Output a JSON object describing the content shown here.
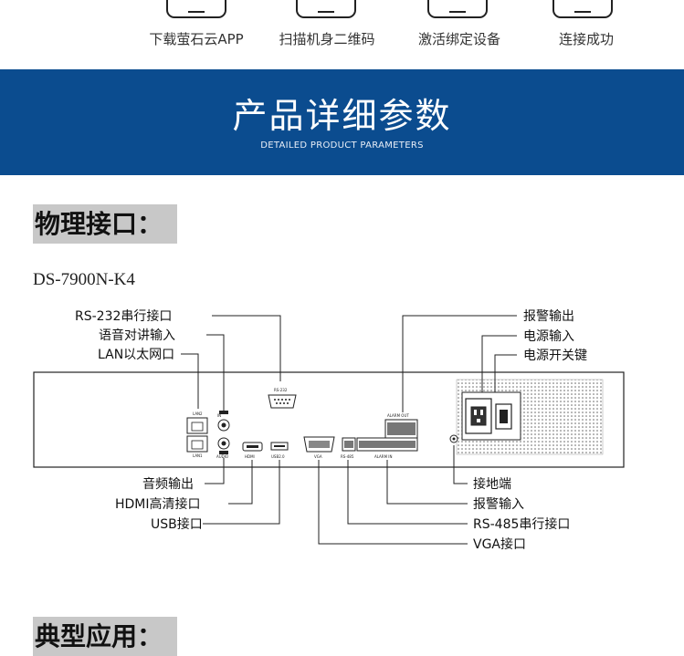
{
  "steps": [
    {
      "label": "下载萤石云APP",
      "icon": "phone-icon"
    },
    {
      "label": "扫描机身二维码",
      "icon": "phone-icon"
    },
    {
      "label": "激活绑定设备",
      "icon": "phone-icon"
    },
    {
      "label": "连接成功",
      "icon": "phone-icon"
    }
  ],
  "banner": {
    "title": "产品详细参数",
    "subtitle": "DETAILED PRODUCT PARAMETERS",
    "color": "#0b4c8f"
  },
  "interface_section": {
    "title": "物理接口：",
    "model": "DS-7900N-K4"
  },
  "diagram": {
    "top_labels": {
      "rs232": "RS-232串行接口",
      "audio_in": "语音对讲输入",
      "lan": "LAN以太网口",
      "alarm_out": "报警输出",
      "power_in": "电源输入",
      "power_switch": "电源开关键"
    },
    "bottom_labels": {
      "audio_out": "音频输出",
      "hdmi": "HDMI高清接口",
      "usb": "USB接口",
      "ground": "接地端",
      "alarm_in": "报警输入",
      "rs485": "RS-485串行接口",
      "vga": "VGA接口"
    },
    "panel_marks": {
      "lan2": "LAN2",
      "lan1": "LAN1",
      "audio_in": "IN",
      "audio": "AUDIO",
      "hdmi": "HDMI",
      "usb": "USB2.0",
      "vga": "VGA",
      "rs232": "RS-232",
      "rs485": "RS-485",
      "alarm_out": "ALARM OUT",
      "alarm_in": "ALARM IN"
    }
  },
  "next_section": {
    "title": "典型应用："
  }
}
